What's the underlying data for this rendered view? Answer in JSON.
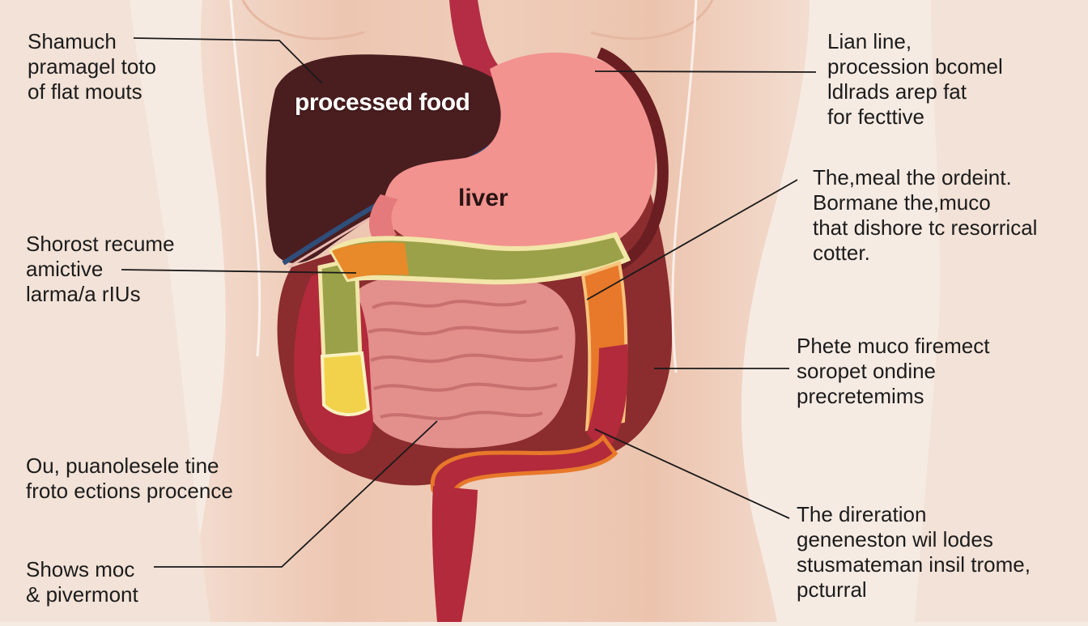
{
  "organ_labels": {
    "processed_food": "processed food",
    "liver": "liver"
  },
  "callouts": {
    "top_left": [
      "Shamuch",
      "pramagel toto",
      "of flat mouts"
    ],
    "mid_left": [
      "Shorost recume",
      "amictive",
      "larma/a rIUs"
    ],
    "lower_left": [
      "Ou, puanolesele tine",
      "froto ections procence"
    ],
    "bottom_left": [
      "Shows moc",
      "& pivermont"
    ],
    "top_right": [
      "Lian line,",
      "procession bcomel",
      "ldlrads arep fat",
      "for fecttive"
    ],
    "upper_right": [
      "The,meal the ordeint.",
      "Bormane the,muco",
      "that dishore tc resorrical",
      "cotter."
    ],
    "mid_right": [
      "Phete muco firemect",
      "soropet ondine",
      "precretemims"
    ],
    "bottom_right": [
      "The direration",
      "geneneston wil lodes",
      "stusmateman insil trome,",
      "pcturral"
    ]
  },
  "colors": {
    "background": "#f6ebe3",
    "skin": "#edc3ad",
    "liver": "#4a1d1f",
    "stomach": "#f2938f",
    "small_intestine": "#e38f8c",
    "colon_green": "#9aa148",
    "colon_orange": "#e8782a",
    "colon_red": "#b22a3b",
    "leader_line": "#1a1a1a"
  }
}
